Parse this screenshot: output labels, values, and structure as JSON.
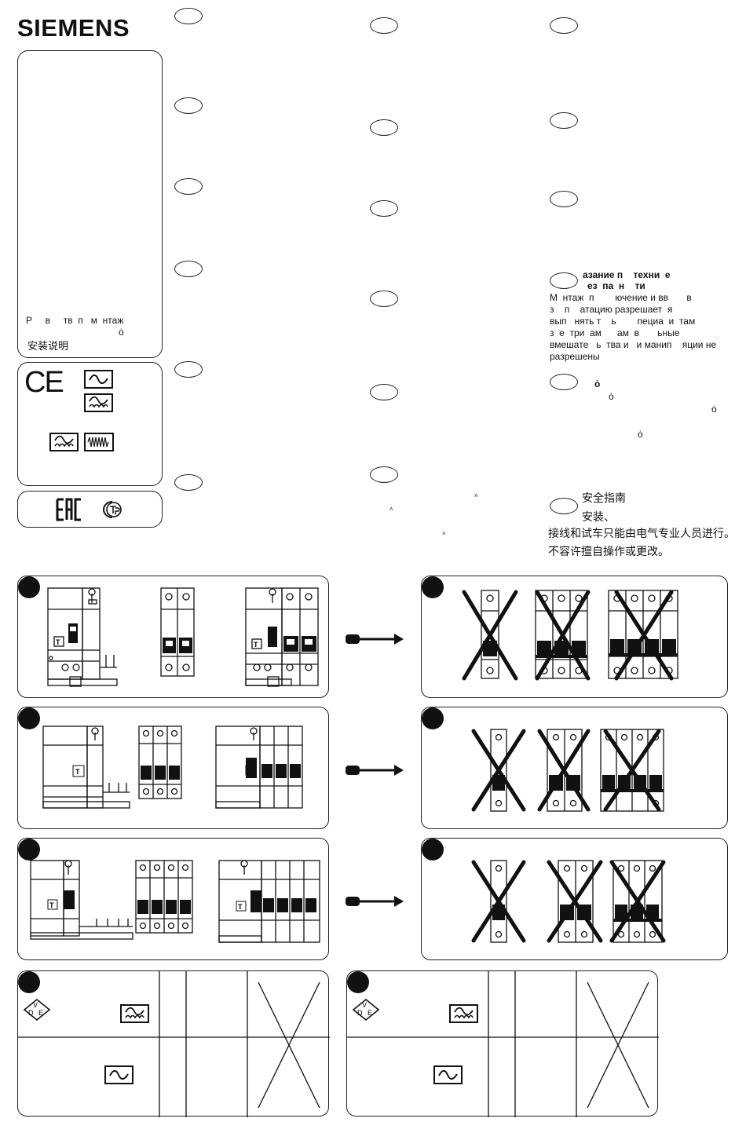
{
  "brand": {
    "name": "SIEMENS"
  },
  "cover": {
    "line1": "Р     в     тв  п   м  нтаж",
    "line1_mark": "ȯ",
    "line2": "安装说明"
  },
  "symbols": {
    "ce": "CE",
    "eac": "EAC"
  },
  "russian": {
    "title_line1": "азание п    техни  е",
    "title_line2": "ез  па  н    ти",
    "body": [
      "М  нтаж  п        ючение и вв       в",
      "з    п    атацию разрешает  я",
      "вып   нять т    ь        пециа  и  там",
      "з  е  три  ам      ам  в       ьные",
      "вмешате   ь  тва и   и манип    яции не",
      "разрешены"
    ],
    "mark_bold": "ȯ",
    "mark1": "ȯ",
    "mark2": "ȯ",
    "mark3": "ȯ"
  },
  "chinese": {
    "title": "安全指南",
    "line1": "安装、",
    "line2": "接线和试车只能由电气专业人员进行。",
    "line3": "不容许擅自操作或更改。"
  },
  "icon_names": [
    "ac-current-icon",
    "ac-dc-pulse-icon",
    "hf-current-icon",
    "eac-mark-icon",
    "gost-r-mark-icon",
    "vde-mark-icon",
    "terminal-screw-icon",
    "test-button-icon",
    "arrow-right-icon",
    "cross-out-icon"
  ],
  "colors": {
    "ink": "#111111",
    "paper": "#ffffff"
  }
}
